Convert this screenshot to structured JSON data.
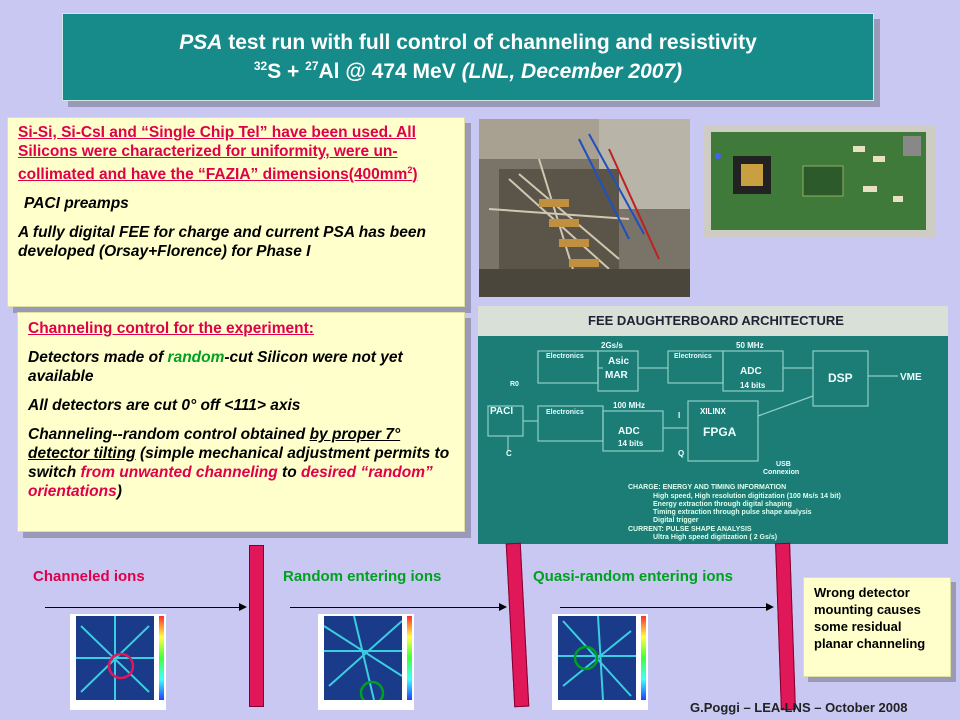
{
  "title": {
    "line1_italic": "PSA",
    "line1_rest": " test run  with full control of channeling and resistivity",
    "line2_sup1": "32",
    "line2_a": "S + ",
    "line2_sup2": "27",
    "line2_b": "Al @ 474 MeV ",
    "line2_italic": "(LNL, December 2007)"
  },
  "box1": {
    "p1": "Si-Si, Si-CsI and “Single Chip Tel” have been used. All Silicons were characterized for uniformity, were un-collimated and have the “FAZIA” dimensions(400mm",
    "p1_sup": "2",
    "p1_end": ")",
    "p2": "PACI preamps",
    "p3a": "A fully digital ",
    "p3b": "FEE",
    "p3c": " for charge and current  PSA has been developed (Orsay+Florence) for Phase I"
  },
  "box2": {
    "p1": "Channeling control for the experiment:",
    "p2a": "Detectors made of ",
    "p2b": "random",
    "p2c": "-cut Silicon were not yet available",
    "p3": "All detectors are cut 0° off <111> axis",
    "p4a": "Channeling--random control obtained ",
    "p4b": "by proper 7° detector tilting",
    "p4c": " (simple mechanical adjustment permits to switch ",
    "p4d": "from unwanted channeling",
    "p4e": " to ",
    "p4f": "desired “random” orientations",
    "p4g": ")"
  },
  "diagram": {
    "header": "FEE DAUGHTERBOARD ARCHITECTURE",
    "electronics": "Electronics",
    "asic": "Asic",
    "mar": "MAR",
    "rate1": "2Gs/s",
    "adc": "ADC",
    "mhz50": "50 MHz",
    "bits14": "14 bits",
    "dsp": "DSP",
    "vme": "VME",
    "mhz100": "100 MHz",
    "paci": "PACI",
    "fpga": "FPGA",
    "xilinx": "XILINX",
    "usb": "USB",
    "connexion": "Connexion",
    "c": "C",
    "r0": "R0",
    "i": "I",
    "q": "Q",
    "charge_head": "CHARGE: ENERGY AND TIMING INFORMATION",
    "charge_1": "High speed, High resolution digitization (100 Ms/s  14 bit)",
    "charge_2": "Energy extraction through digital shaping",
    "charge_3": "Timing extraction through pulse shape analysis",
    "charge_4": "Digital trigger",
    "current_head": "CURRENT: PULSE SHAPE ANALYSIS",
    "current_1": "Ultra High speed digitization ( 2 Gs/s)"
  },
  "labels": {
    "channeled": "Channeled ions",
    "random": "Random entering ions",
    "quasi": "Quasi-random entering ions"
  },
  "note": "Wrong detector mounting causes some residual planar channeling",
  "footer": "G.Poggi – LEA-LNS – October 2008",
  "colors": {
    "background": "#c8c8f2",
    "title_bg": "#178a8a",
    "box_bg": "#ffffcc",
    "accent_red": "#e0004a",
    "accent_green": "#00a020",
    "detector": "#e0185a"
  }
}
